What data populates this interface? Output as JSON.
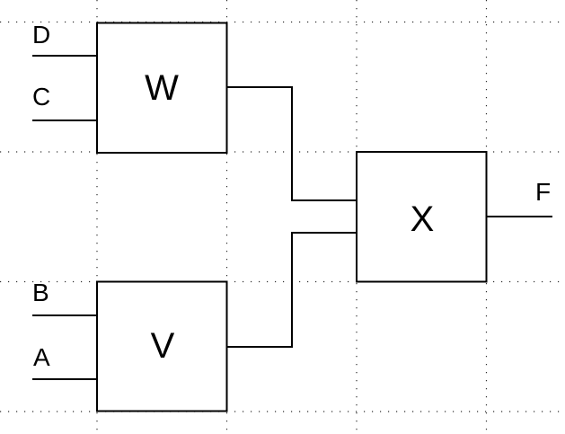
{
  "diagram": {
    "type": "block-circuit",
    "colors": {
      "background": "#ffffff",
      "line": "#000000",
      "grid_dot": "#2e2e2e"
    },
    "blocks": [
      {
        "label": "W"
      },
      {
        "label": "V"
      },
      {
        "label": "X"
      }
    ],
    "inputs": [
      {
        "label": "D"
      },
      {
        "label": "C"
      },
      {
        "label": "B"
      },
      {
        "label": "A"
      }
    ],
    "output": {
      "label": "F"
    },
    "connections": [
      {
        "from": "D",
        "to": "W"
      },
      {
        "from": "C",
        "to": "W"
      },
      {
        "from": "B",
        "to": "V"
      },
      {
        "from": "A",
        "to": "V"
      },
      {
        "from": "W",
        "to": "X"
      },
      {
        "from": "V",
        "to": "X"
      },
      {
        "from": "X",
        "to": "F"
      }
    ]
  }
}
